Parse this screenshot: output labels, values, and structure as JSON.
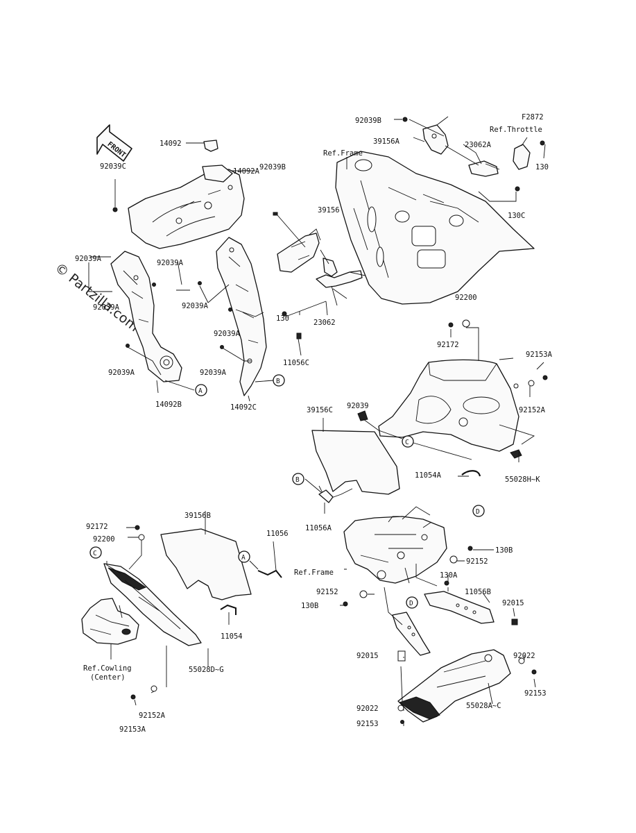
{
  "diagram_code": "F2872",
  "front_arrow": "FRONT",
  "watermark": "© Partzilla.com",
  "labels": {
    "p_92039B_top": "92039B",
    "p_39156A": "39156A",
    "p_23062A": "23062A",
    "p_ref_throttle": "Ref.Throttle",
    "p_130_top": "130",
    "p_130C": "130C",
    "p_ref_frame_top": "Ref.Frame",
    "p_14092": "14092",
    "p_14092A": "14092A",
    "p_92039C": "92039C",
    "p_92039B_mid": "92039B",
    "p_39156": "39156",
    "p_92039A_1": "92039A",
    "p_92039A_2": "92039A",
    "p_92039A_3": "92039A",
    "p_92039A_4": "92039A",
    "p_92039A_5": "92039A",
    "p_92039A_6": "92039A",
    "p_92039A_7": "92039A",
    "p_130_mid": "130",
    "p_23062": "23062",
    "p_11056C": "11056C",
    "p_14092B": "14092B",
    "p_14092C": "14092C",
    "p_92200_top": "92200",
    "p_92172_top": "92172",
    "p_92153A_top": "92153A",
    "p_92152A_top": "92152A",
    "p_92039": "92039",
    "p_39156C": "39156C",
    "p_11054A": "11054A",
    "p_55028HK": "55028H~K",
    "p_11056A": "11056A",
    "p_92172_left": "92172",
    "p_92200_left": "92200",
    "p_39156B": "39156B",
    "p_11056": "11056",
    "p_11054": "11054",
    "p_55028DG": "55028D~G",
    "p_ref_cowling_1": "Ref.Cowling",
    "p_ref_cowling_2": "(Center)",
    "p_92152A_bottom": "92152A",
    "p_92153A_bottom": "92153A",
    "p_130B_top": "130B",
    "p_92152_right": "92152",
    "p_130A": "130A",
    "p_ref_frame_bottom": "Ref.Frame",
    "p_92152_left": "92152",
    "p_130B_left": "130B",
    "p_11056B": "11056B",
    "p_92015_right": "92015",
    "p_92015_left": "92015",
    "p_92022_right": "92022",
    "p_55028AC": "55028A~C",
    "p_92022_left": "92022",
    "p_92153_left": "92153",
    "p_92153_right": "92153"
  },
  "callouts": {
    "a1": "A",
    "a2": "A",
    "b1": "B",
    "b2": "B",
    "c1": "C",
    "c2": "C",
    "d1": "D",
    "d2": "D"
  }
}
